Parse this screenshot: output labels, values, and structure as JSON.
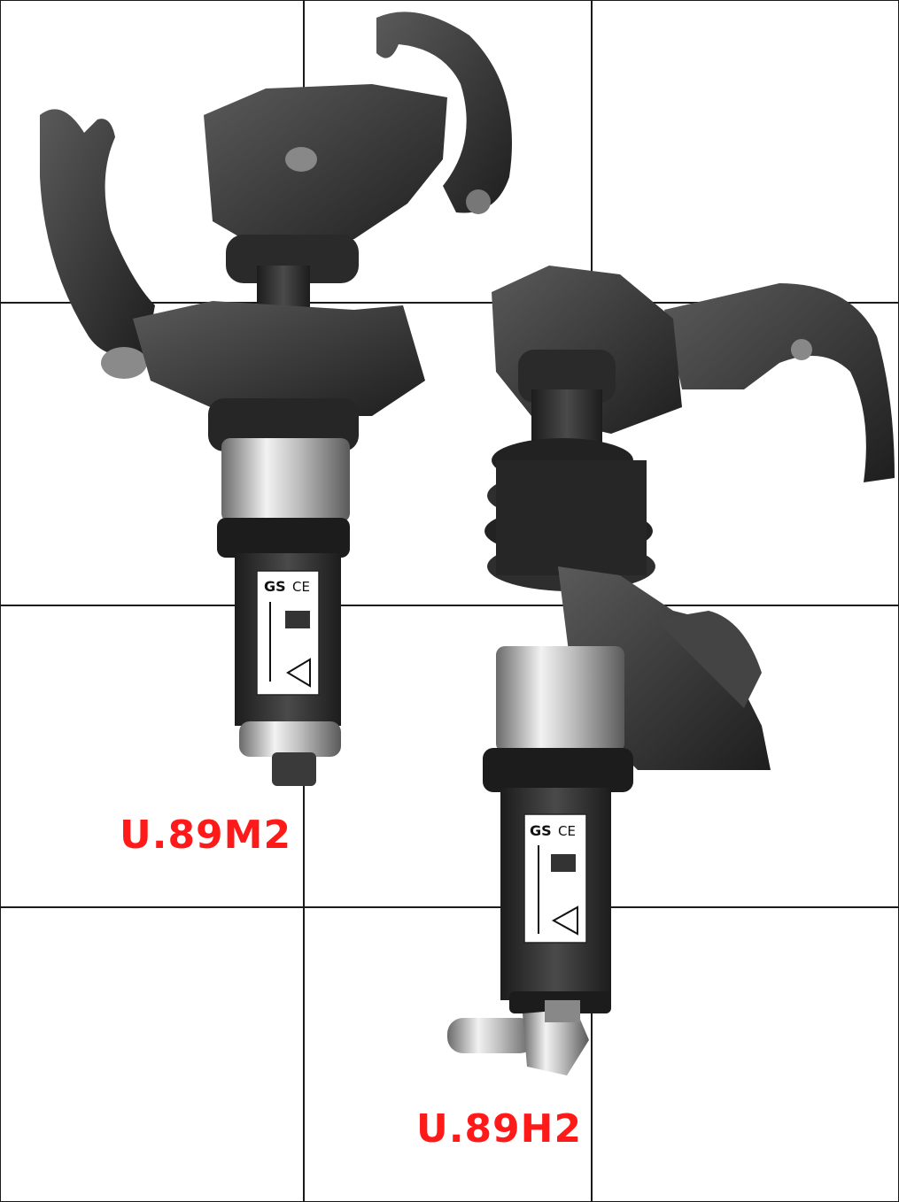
{
  "labels": {
    "left_model": "U.89M2",
    "right_model": "U.89H2"
  },
  "marks": {
    "gs": "GS",
    "ce": "CE"
  },
  "colors": {
    "label_red": "#ff1a1a",
    "grid": "#1a1a1a",
    "metal_dark": "#2a2a2a",
    "metal_mid": "#4a4a4a",
    "chrome": "#c8c8c8"
  }
}
